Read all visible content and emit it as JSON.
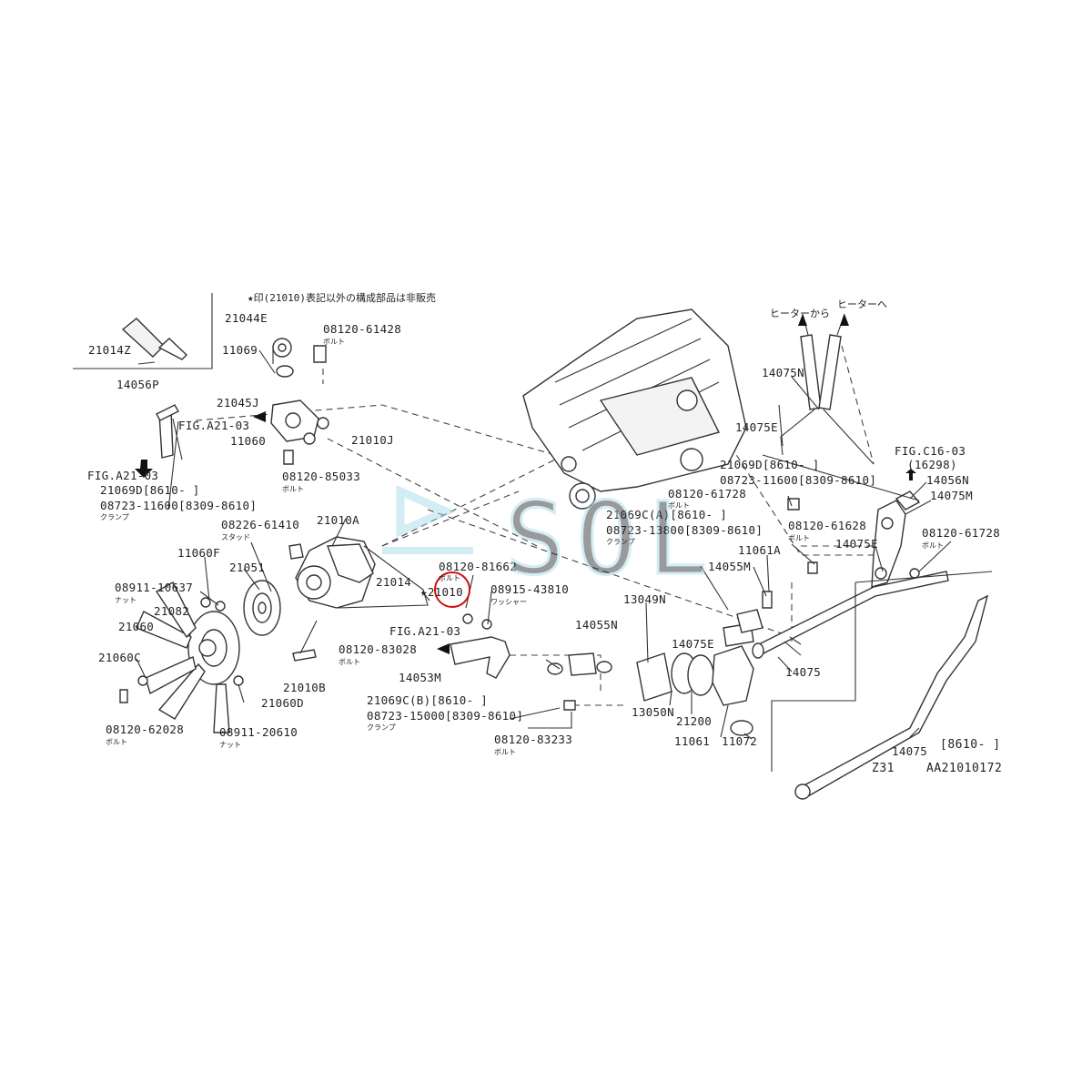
{
  "note": "★印(21010)表記以外の構成部品は非販売",
  "watermark": "SOL",
  "footer": {
    "date_range": "[8610-    ]",
    "model": "Z31",
    "diagram_code": "AA21010172"
  },
  "labels": {
    "p21014z": "21014Z",
    "p21044e": "21044E",
    "p11069": "11069",
    "p14056p": "14056P",
    "p21045j": "21045J",
    "figa21_03_a": "FIG.A21-03",
    "p11060": "11060",
    "p21010j": "21010J",
    "p08120_61428": "08120-61428",
    "bolt_a": "ボルト",
    "p08120_85033": "08120-85033",
    "bolt_b": "ボルト",
    "figa21_03_b": "FIG.A21-03",
    "p21069d_a": "21069D[8610-    ]",
    "p08723_11600_a": "08723-11600[8309-8610]",
    "clamp_a": "クランプ",
    "p08226_61410": "08226-61410",
    "stud": "スタッド",
    "p21010a": "21010A",
    "p11060f": "11060F",
    "p08911_10637": "08911-10637",
    "nut_a": "ナット",
    "p21051": "21051",
    "p21082": "21082",
    "p21060": "21060",
    "p21060c": "21060C",
    "p21014": "21014",
    "p08120_81662": "08120-81662",
    "bolt_c": "ボルト",
    "p21010": "21010",
    "p08915_43810": "08915-43810",
    "washer": "ワッシャー",
    "figa21_03_c": "FIG.A21-03",
    "p08120_83028": "08120-83028",
    "bolt_d": "ボルト",
    "p21010b": "21010B",
    "p21060d": "21060D",
    "p14053m": "14053M",
    "p08120_62028": "08120-62028",
    "bolt_e": "ボルト",
    "p08911_20610": "08911-20610",
    "nut_b": "ナット",
    "p21069c_b": "21069C(B)[8610-    ]",
    "p08723_15000": "08723-15000[8309-8610]",
    "clamp_b": "クランプ",
    "p08120_83233": "08120-83233",
    "bolt_f": "ボルト",
    "p14055n": "14055N",
    "p13049n": "13049N",
    "p13050n": "13050N",
    "p21200": "21200",
    "p11061": "11061",
    "p11072": "11072",
    "p14075e_a": "14075E",
    "p14075_a": "14075",
    "p14075_b": "14075",
    "p14055m": "14055M",
    "p11061a": "11061A",
    "p21069c_a": "21069C(A)[8610-    ]",
    "p08723_13800": "08723-13800[8309-8610]",
    "clamp_c": "クランプ",
    "p08120_61728_a": "08120-61728",
    "bolt_g": "ボルト",
    "p08120_61628": "08120-61628",
    "bolt_h": "ボルト",
    "p14075e_b": "14075E",
    "p08120_61728_b": "08120-61728",
    "bolt_i": "ボルト",
    "p14075m": "14075M",
    "p14056n": "14056N",
    "figc16_03": "FIG.C16-03",
    "p16298": "(16298)",
    "p21069d_b": "21069D[8610-    ]",
    "p08723_11600_b": "08723-11600[8309-8610]",
    "p14075e_c": "14075E",
    "p14075n": "14075N",
    "from_heater": "ヒーターから",
    "to_heater": "ヒーターへ"
  }
}
